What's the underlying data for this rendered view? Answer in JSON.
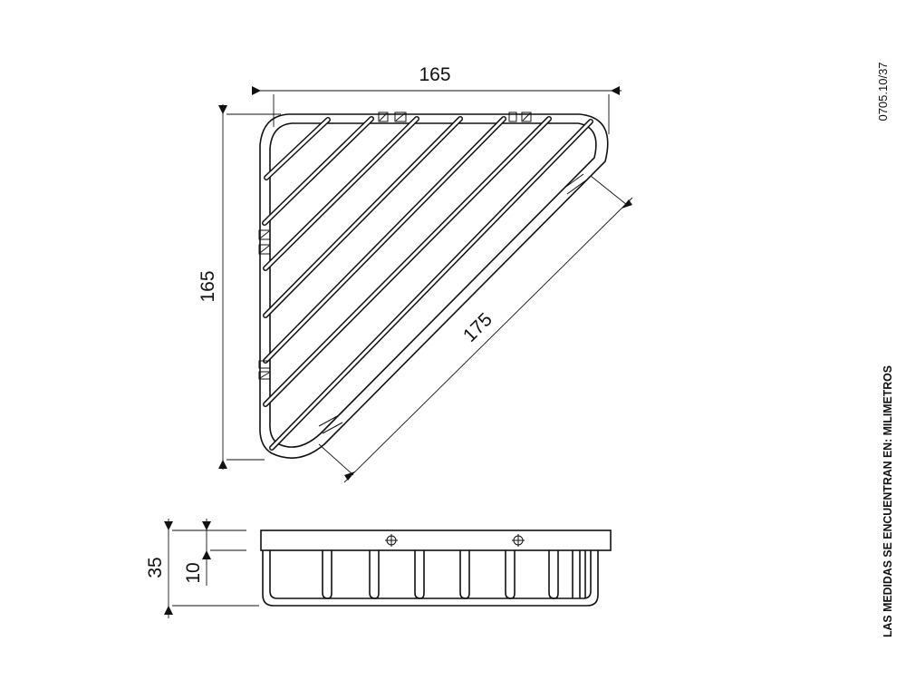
{
  "dimensions": {
    "top_width": "165",
    "left_height": "165",
    "diagonal": "175",
    "total_height": "35",
    "rim_height": "10"
  },
  "side_labels": {
    "reference_code": "0705.10/37",
    "units_note": "LAS MEDIDAS SE ENCUENTRAN EN: MILIMETROS"
  }
}
